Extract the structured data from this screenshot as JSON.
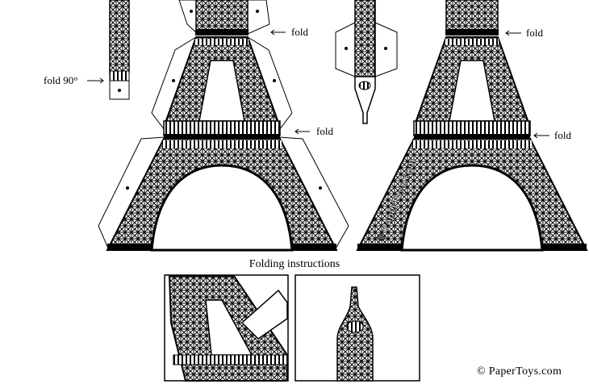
{
  "labels": {
    "fold_top_left": "fold",
    "fold_mid_left": "fold",
    "fold_90": "fold 90°",
    "fold_top_right": "fold",
    "fold_mid_right": "fold"
  },
  "instructions_title": "Folding instructions",
  "copyright": "© PaperToys.com",
  "watermark": "© PaperToys.com",
  "colors": {
    "ink": "#000000",
    "paper": "#ffffff"
  }
}
